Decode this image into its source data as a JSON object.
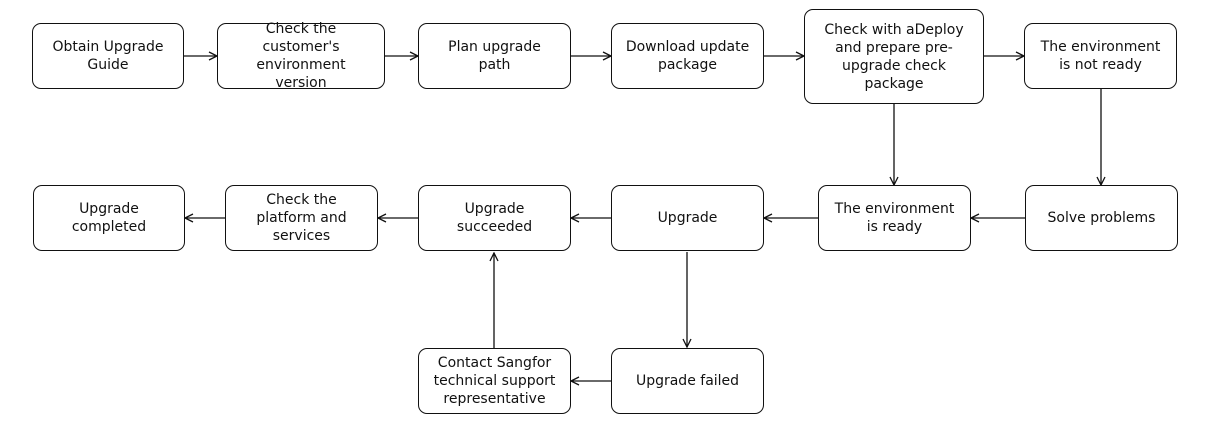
{
  "diagram": {
    "nodes": {
      "obtain_guide": "Obtain Upgrade\nGuide",
      "check_env_version": "Check the\ncustomer's\nenvironment\nversion",
      "plan_path": "Plan upgrade\npath",
      "download_package": "Download update\npackage",
      "check_adeploy": "Check with aDeploy\nand prepare pre-\nupgrade check\npackage",
      "env_not_ready": "The environment\nis not ready",
      "solve_problems": "Solve problems",
      "env_ready": "The environment\nis ready",
      "upgrade": "Upgrade",
      "upgrade_succeeded": "Upgrade\nsucceeded",
      "check_platform": "Check the\nplatform and\nservices",
      "upgrade_completed": "Upgrade\ncompleted",
      "upgrade_failed": "Upgrade failed",
      "contact_support": "Contact Sangfor\ntechnical support\nrepresentative"
    },
    "edges": [
      {
        "from": "obtain_guide",
        "to": "check_env_version"
      },
      {
        "from": "check_env_version",
        "to": "plan_path"
      },
      {
        "from": "plan_path",
        "to": "download_package"
      },
      {
        "from": "download_package",
        "to": "check_adeploy"
      },
      {
        "from": "check_adeploy",
        "to": "env_not_ready"
      },
      {
        "from": "check_adeploy",
        "to": "env_ready"
      },
      {
        "from": "env_not_ready",
        "to": "solve_problems"
      },
      {
        "from": "solve_problems",
        "to": "env_ready"
      },
      {
        "from": "env_ready",
        "to": "upgrade"
      },
      {
        "from": "upgrade",
        "to": "upgrade_succeeded"
      },
      {
        "from": "upgrade_succeeded",
        "to": "check_platform"
      },
      {
        "from": "check_platform",
        "to": "upgrade_completed"
      },
      {
        "from": "upgrade",
        "to": "upgrade_failed"
      },
      {
        "from": "upgrade_failed",
        "to": "contact_support"
      },
      {
        "from": "contact_support",
        "to": "upgrade_succeeded"
      }
    ]
  }
}
